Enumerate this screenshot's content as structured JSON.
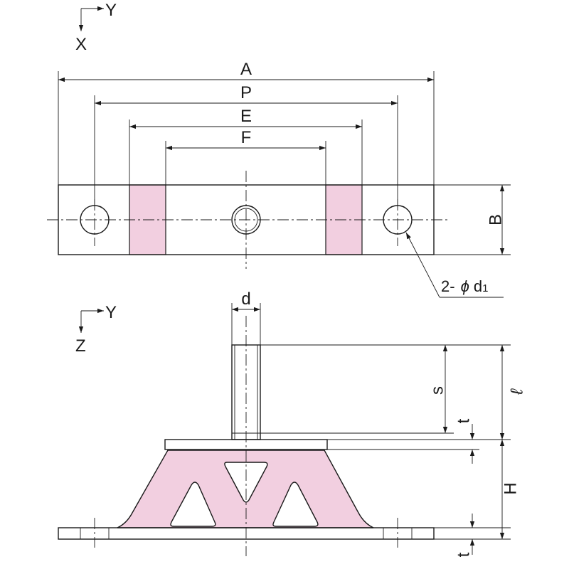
{
  "colors": {
    "line": "#1a1a1a",
    "rubber_fill": "#f2cfe0",
    "background": "#ffffff"
  },
  "top_view": {
    "axis_x": "X",
    "axis_y": "Y",
    "dim_A": "A",
    "dim_P": "P",
    "dim_E": "E",
    "dim_F": "F",
    "dim_B": "B",
    "hole_callout_prefix": "2-",
    "hole_callout_phi": "ϕ",
    "hole_callout_d": "d",
    "hole_callout_sub": "1"
  },
  "side_view": {
    "axis_y": "Y",
    "axis_z": "Z",
    "dim_d": "d",
    "dim_s": "s",
    "dim_l": "ℓ",
    "dim_t_top": "t",
    "dim_H": "H",
    "dim_t_bottom": "t"
  }
}
